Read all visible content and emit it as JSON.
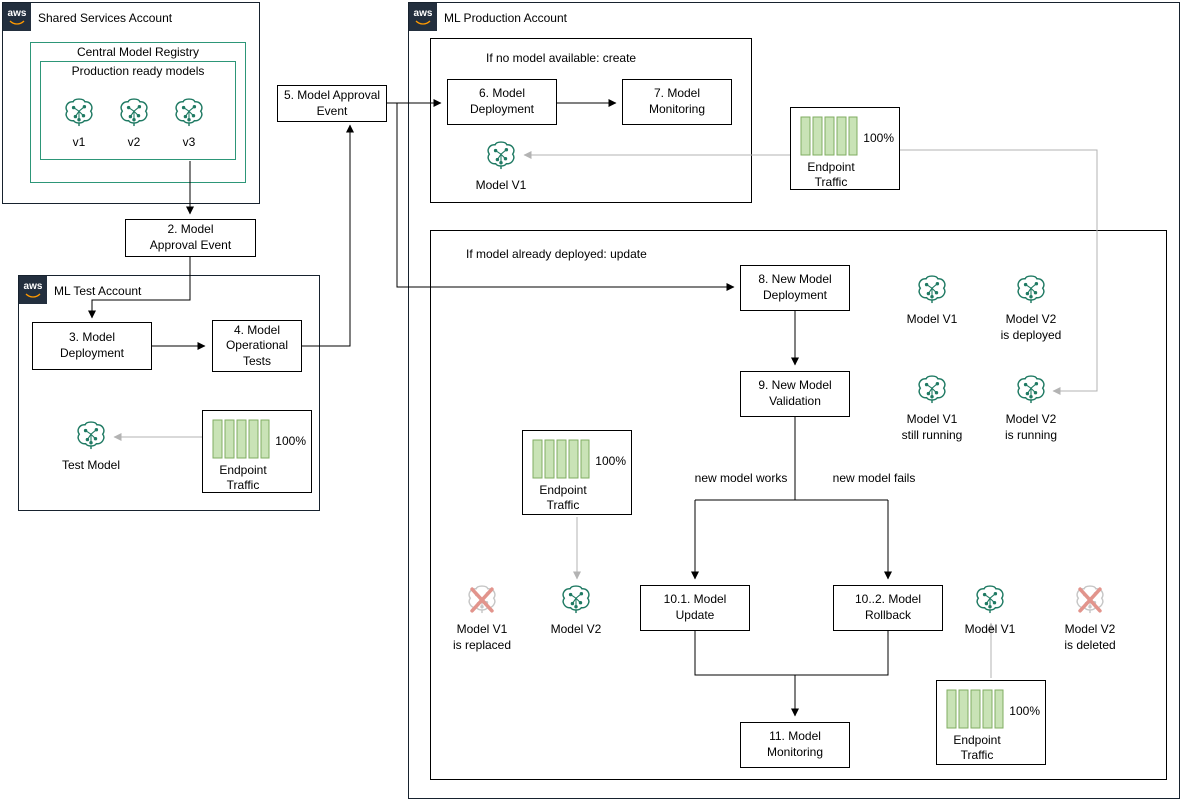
{
  "colors": {
    "teal": "#1f7a63",
    "navy": "#232f3e",
    "green_border": "#2d9678",
    "bar_fill": "#c9e3b6",
    "bar_stroke": "#80ad62",
    "gray": "#b3b3b3",
    "x_red": "#e2948c",
    "orange": "#ff9900"
  },
  "step2": {
    "label": "2. Model\nApproval Event"
  },
  "step5": {
    "label": "5. Model Approval\nEvent"
  },
  "shared_account": {
    "logo": "aws",
    "title": "Shared Services Account",
    "registry": {
      "title": "Central Model Registry",
      "subtitle": "Production ready models",
      "models": [
        {
          "label": "v1"
        },
        {
          "label": "v2"
        },
        {
          "label": "v3"
        }
      ]
    }
  },
  "test_account": {
    "logo": "aws",
    "title": "ML Test Account",
    "step3": "3. Model\nDeployment",
    "step4": "4. Model\nOperational\nTests",
    "test_model": "Test Model",
    "endpoint": {
      "percent": "100%",
      "label": "Endpoint\nTraffic"
    }
  },
  "prod_account": {
    "logo": "aws",
    "title": "ML Production Account",
    "create": {
      "title": "If no model available: create",
      "step6": "6. Model\nDeployment",
      "step7": "7. Model\nMonitoring",
      "model_v1": "Model V1",
      "endpoint": {
        "percent": "100%",
        "label": "Endpoint\nTraffic"
      }
    },
    "update": {
      "title": "If model already deployed: update",
      "step8": "8. New Model\nDeployment",
      "step9": "9. New Model\nValidation",
      "branch_works": "new model works",
      "branch_fails": "new model fails",
      "step10_1": "10.1. Model Update",
      "step10_2": "10..2. Model\nRollback",
      "step11": "11. Model\nMonitoring",
      "icons": {
        "v1_deployed": "Model V1",
        "v2_deployed": "Model V2\nis deployed",
        "v1_running": "Model V1\nstill running",
        "v2_running": "Model V2\nis running",
        "v1_replaced": "Model V1\nis replaced",
        "v2_new": "Model V2",
        "v1_rollback": "Model V1",
        "v2_deleted": "Model V2\nis deleted"
      },
      "endpoint_left": {
        "percent": "100%",
        "label": "Endpoint\nTraffic"
      },
      "endpoint_bottom": {
        "percent": "100%",
        "label": "Endpoint\nTraffic"
      }
    }
  }
}
